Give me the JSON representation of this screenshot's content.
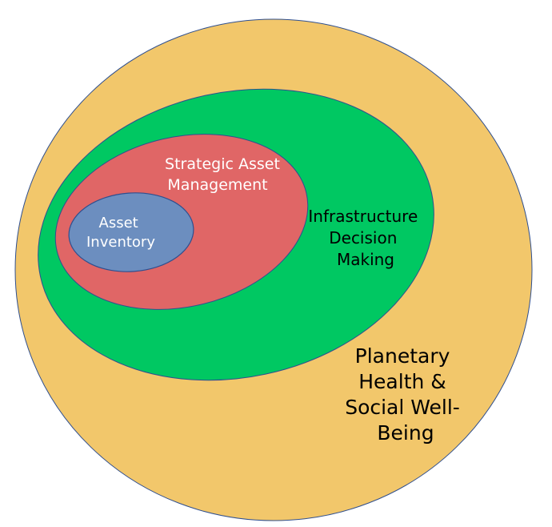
{
  "diagram": {
    "title": "",
    "rings": [
      {
        "id": "outer",
        "label_lines": [
          "Planetary",
          "Health &",
          "Social Well-",
          "Being"
        ],
        "fill": "#F2C76B",
        "text_color": "#000000"
      },
      {
        "id": "mid",
        "label_lines": [
          "Infrastructure",
          "Decision",
          "Making"
        ],
        "fill": "#00C862",
        "text_color": "#000000"
      },
      {
        "id": "inner",
        "label_lines": [
          "Strategic Asset",
          "Management"
        ],
        "fill": "#E06666",
        "text_color": "#FFFFFF"
      },
      {
        "id": "core",
        "label_lines": [
          "Asset",
          "Inventory"
        ],
        "fill": "#6C8EBF",
        "text_color": "#FFFFFF"
      }
    ],
    "outline_color": "#2F4F8F"
  }
}
